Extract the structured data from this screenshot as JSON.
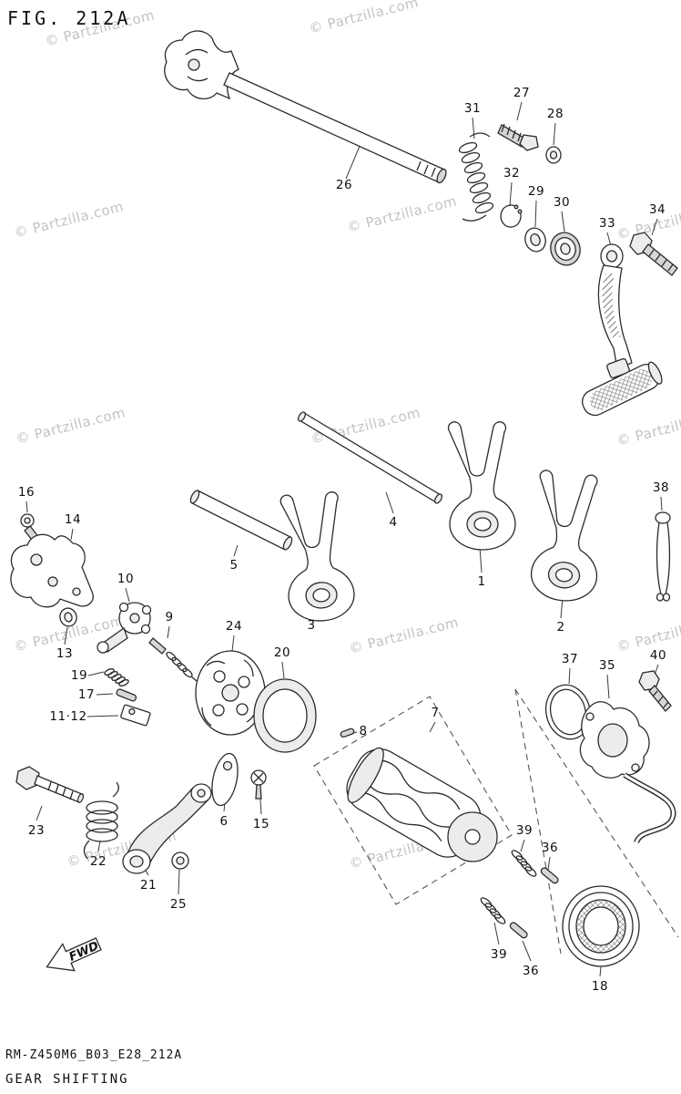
{
  "figure": {
    "title": "FIG. 212A",
    "code": "RM-Z450M6_B03_E28_212A",
    "caption": "GEAR SHIFTING",
    "fwd_label": "FWD"
  },
  "watermark": {
    "text": "© Partzilla.com"
  },
  "colors": {
    "line": "#2b2b2b",
    "watermark": "#c3c3c3",
    "background": "#ffffff"
  },
  "callouts": {
    "c1": "1",
    "c2": "2",
    "c3": "3",
    "c4": "4",
    "c5": "5",
    "c6": "6",
    "c7": "7",
    "c8": "8",
    "c9": "9",
    "c10": "10",
    "c11_12": "11·12",
    "c13": "13",
    "c14": "14",
    "c15": "15",
    "c16": "16",
    "c17": "17",
    "c18": "18",
    "c19": "19",
    "c20": "20",
    "c21": "21",
    "c22": "22",
    "c23": "23",
    "c24": "24",
    "c25": "25",
    "c26": "26",
    "c27": "27",
    "c28": "28",
    "c29": "29",
    "c30": "30",
    "c31": "31",
    "c32": "32",
    "c33": "33",
    "c34": "34",
    "c35": "35",
    "c36a": "36",
    "c36b": "36",
    "c37": "37",
    "c38": "38",
    "c39a": "39",
    "c39b": "39",
    "c40": "40"
  }
}
